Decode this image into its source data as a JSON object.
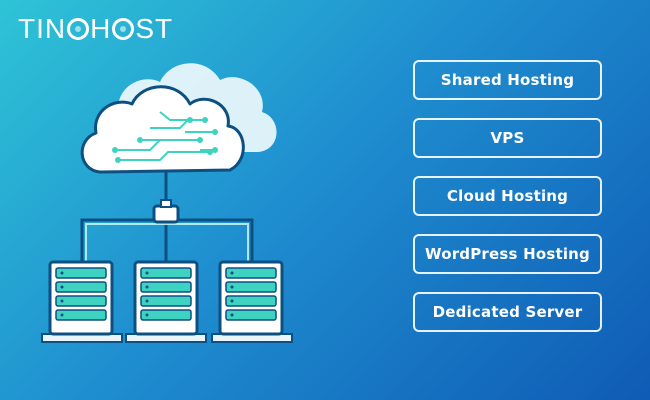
{
  "brand": {
    "name_part1": "TIN",
    "name_part2": "H",
    "name_part3": "ST"
  },
  "menu": {
    "items": [
      {
        "label": "Shared Hosting"
      },
      {
        "label": "VPS"
      },
      {
        "label": "Cloud Hosting"
      },
      {
        "label": "WordPress Hosting"
      },
      {
        "label": "Dedicated Server"
      }
    ]
  },
  "illustration": {
    "icons": [
      "cloud-icon",
      "network-hub-icon",
      "server-rack-icon",
      "server-rack-icon",
      "server-rack-icon"
    ],
    "colors": {
      "line": "#0e4f82",
      "accent": "#3ed2c1",
      "fill": "#ffffff"
    }
  }
}
